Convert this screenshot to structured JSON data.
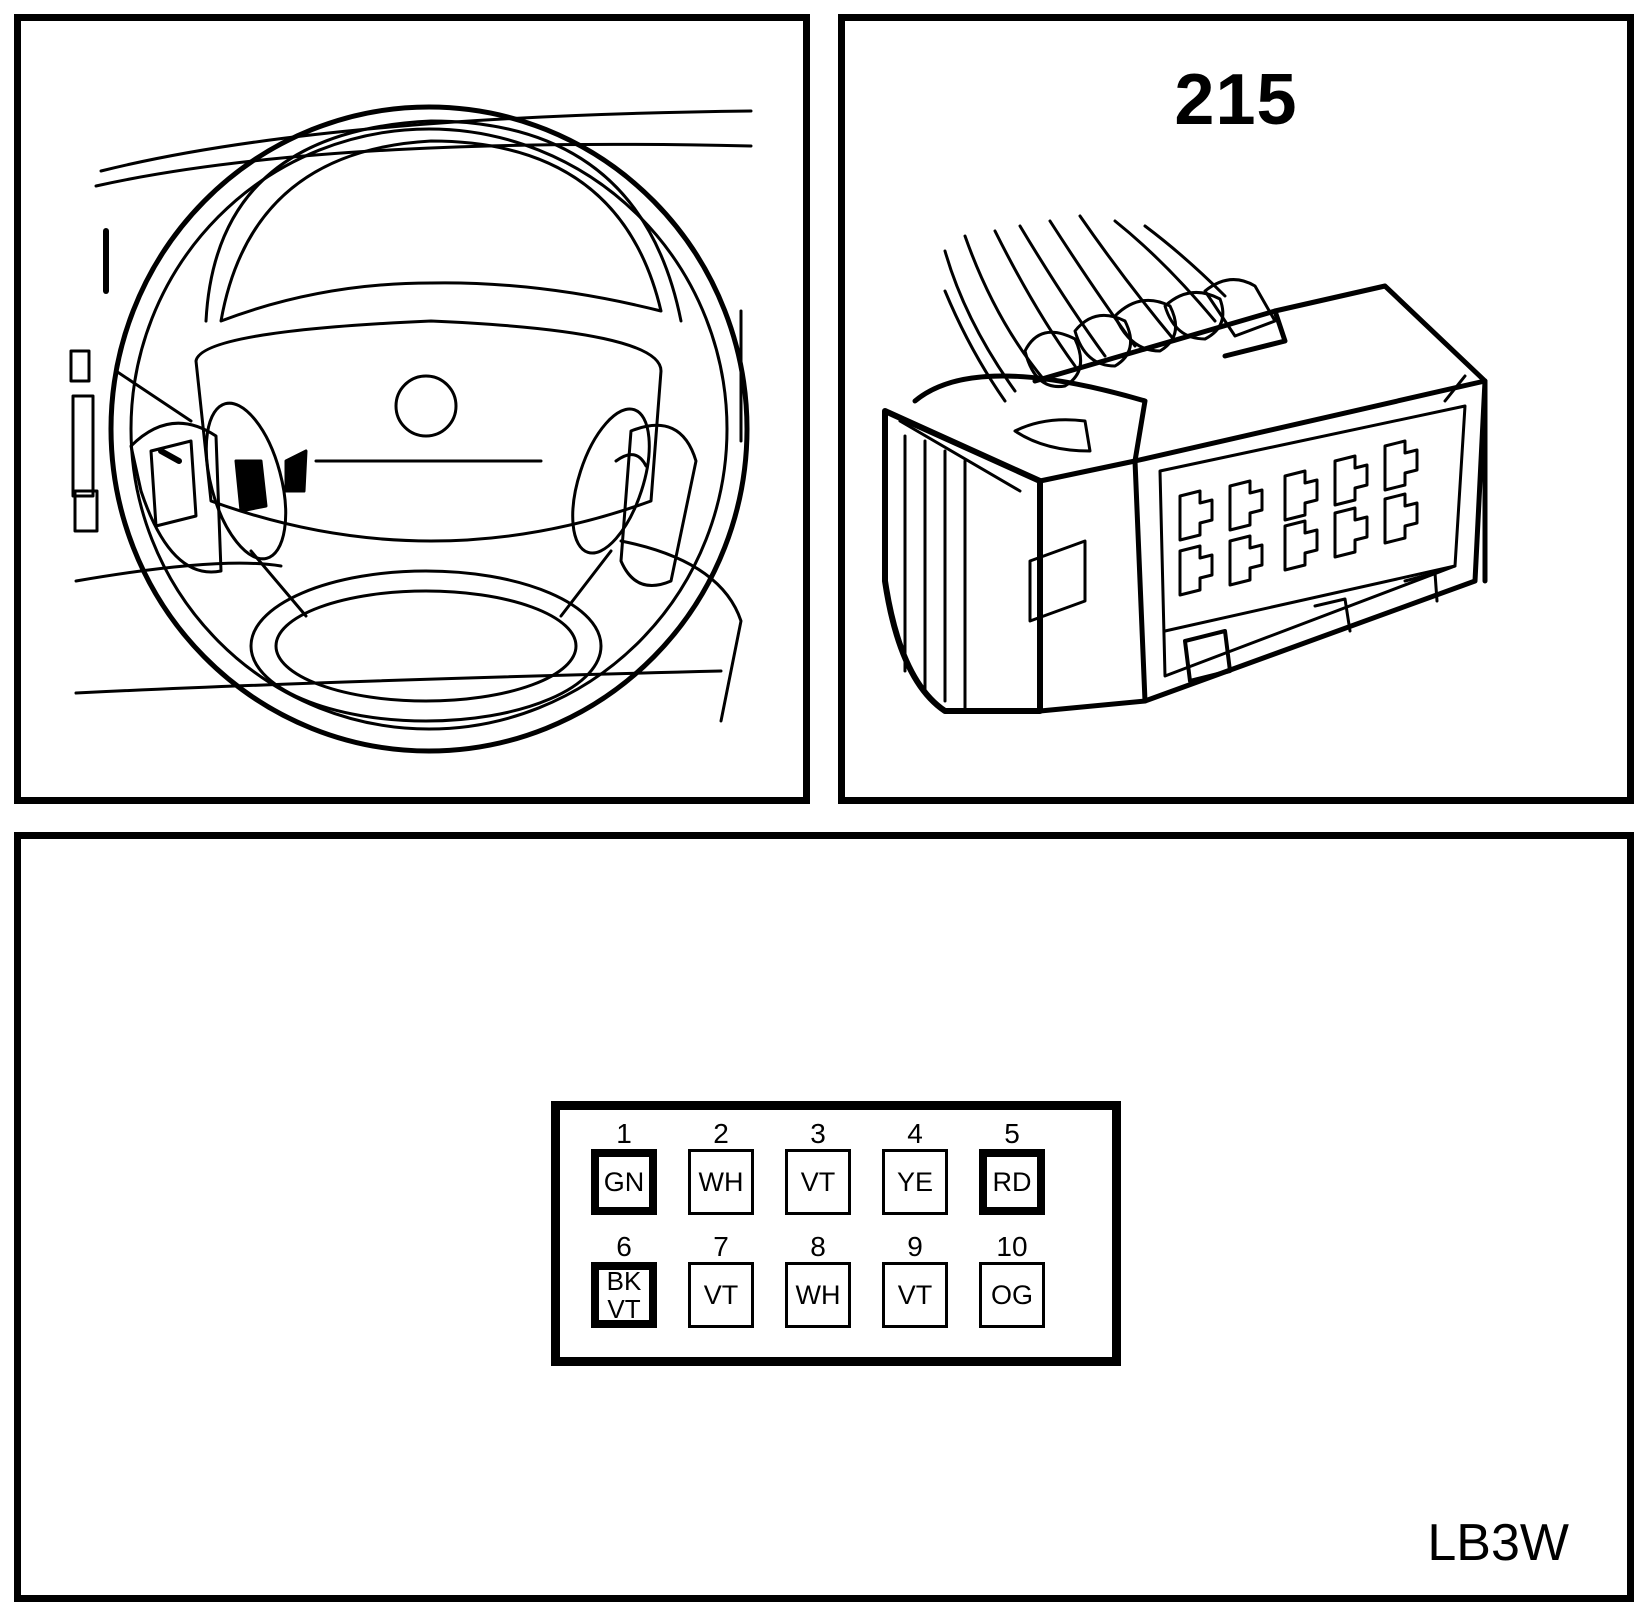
{
  "connector_view": {
    "number": "215"
  },
  "pinout": {
    "pins": [
      {
        "num": "1",
        "color": "GN",
        "heavy": true
      },
      {
        "num": "2",
        "color": "WH",
        "heavy": false
      },
      {
        "num": "3",
        "color": "VT",
        "heavy": false
      },
      {
        "num": "4",
        "color": "YE",
        "heavy": false
      },
      {
        "num": "5",
        "color": "RD",
        "heavy": true
      },
      {
        "num": "6",
        "color": "BK",
        "color2": "VT",
        "heavy": true
      },
      {
        "num": "7",
        "color": "VT",
        "heavy": false
      },
      {
        "num": "8",
        "color": "WH",
        "heavy": false
      },
      {
        "num": "9",
        "color": "VT",
        "heavy": false
      },
      {
        "num": "10",
        "color": "OG",
        "heavy": false
      }
    ]
  },
  "doc_code": "LB3W"
}
